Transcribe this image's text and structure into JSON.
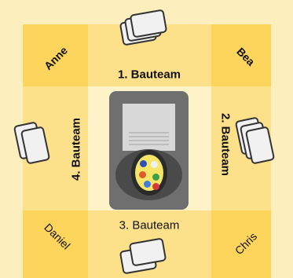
{
  "labels": {
    "top_team": "1. Bauteam",
    "right_team": "2. Bauteam",
    "bottom_team": "3. Bauteam",
    "left_team": "4. Bauteam",
    "player_top_left": "Anne",
    "player_top_right": "Bea",
    "player_bottom_right": "Chris",
    "player_bottom_left": "Daniel"
  },
  "colors": {
    "background": "#fcefbd",
    "corner": "#fdd45c",
    "side": "#fde08a",
    "center": "#fef2c8",
    "device": "#6f6f6f"
  },
  "icons": {
    "card_stack": "card-stack-icon",
    "device": "device-icon",
    "palette": "palette-icon"
  }
}
